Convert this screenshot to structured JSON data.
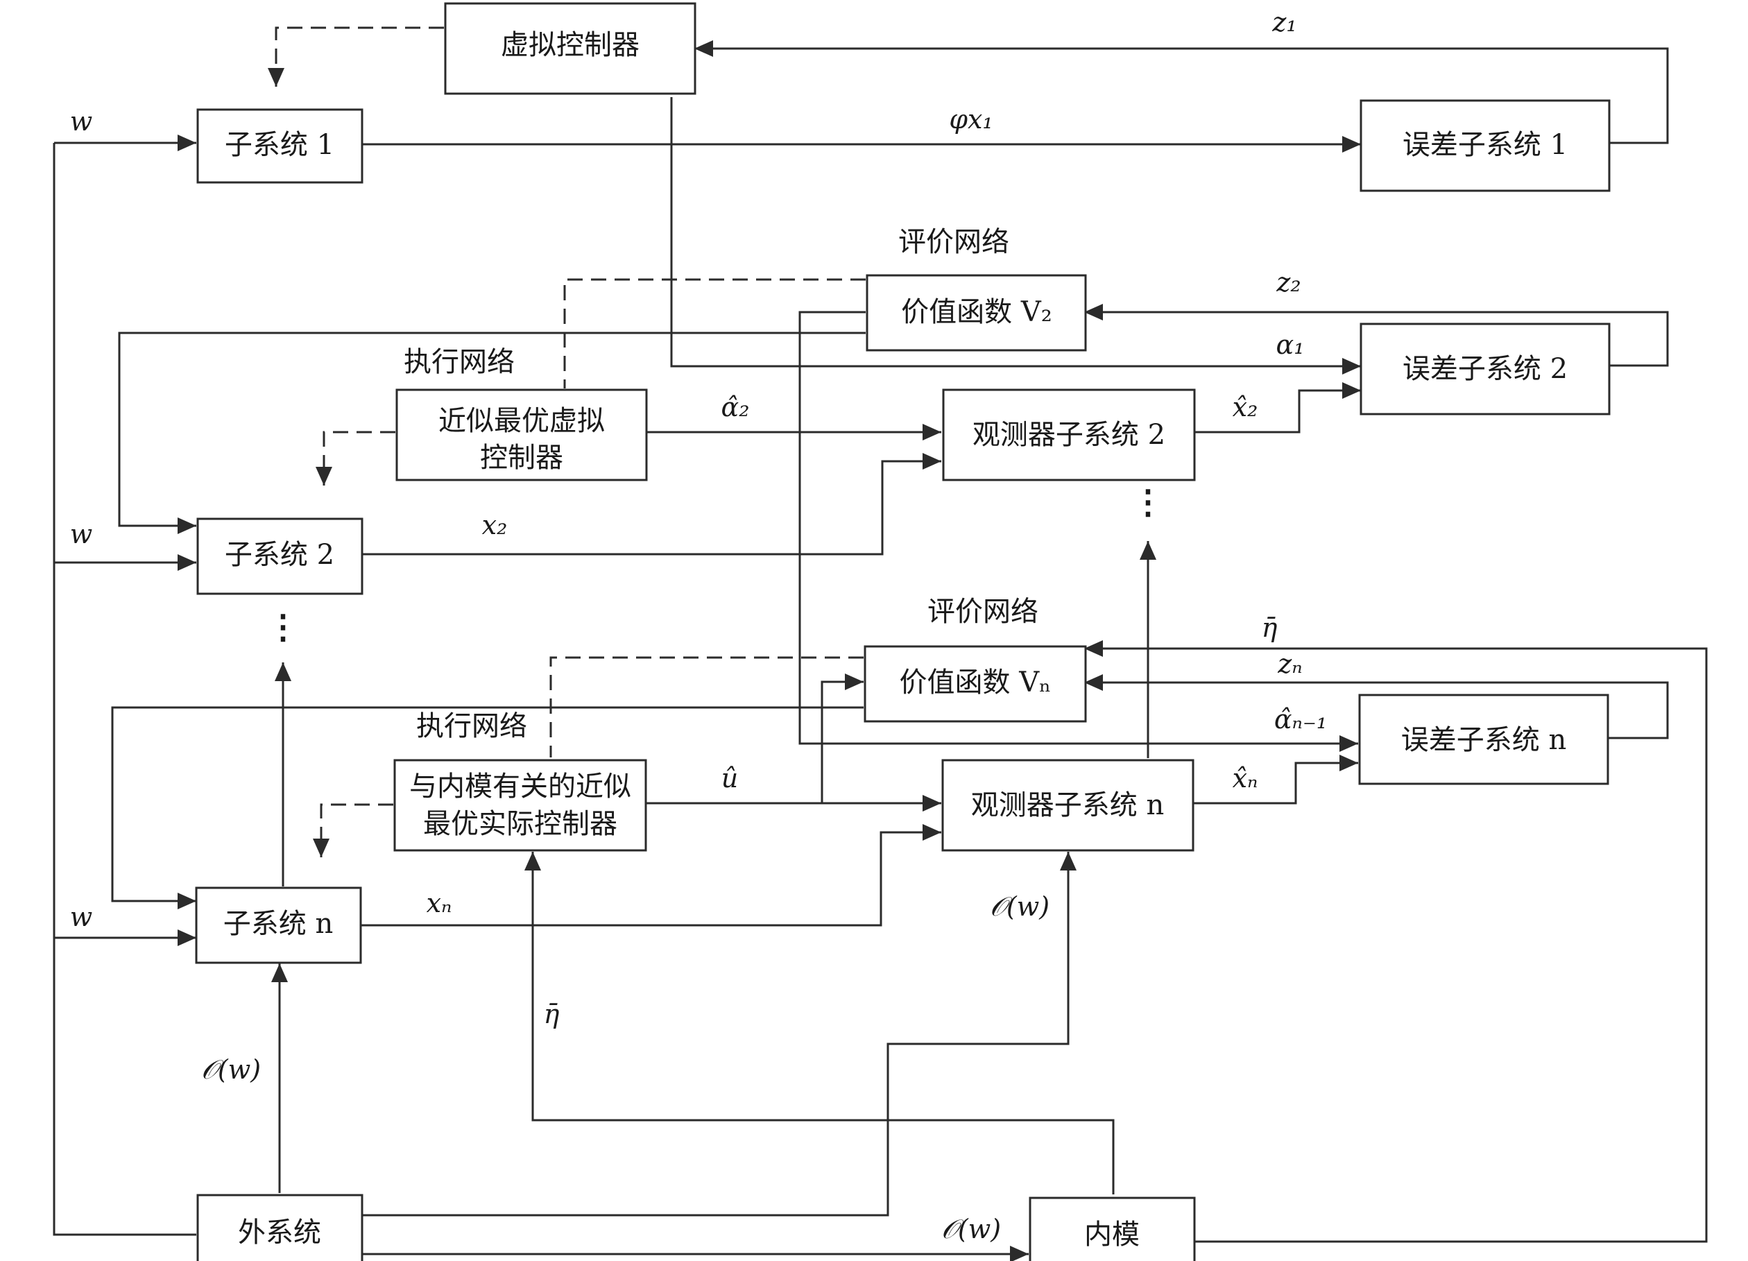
{
  "blocks": {
    "virtual_controller": "虚拟控制器",
    "subsystem_1": "子系统 1",
    "error_subsystem_1": "误差子系统 1",
    "value_function_2": "价值函数 V₂",
    "error_subsystem_2": "误差子系统 2",
    "approx_virtual_controller_line1": "近似最优虚拟",
    "approx_virtual_controller_line2": "控制器",
    "observer_subsystem_2": "观测器子系统 2",
    "subsystem_2": "子系统 2",
    "value_function_n": "价值函数 Vₙ",
    "error_subsystem_n": "误差子系统 n",
    "actual_controller_line1": "与内模有关的近似",
    "actual_controller_line2": "最优实际控制器",
    "observer_subsystem_n": "观测器子系统 n",
    "subsystem_n": "子系统 n",
    "exosystem": "外系统",
    "internal_model": "内模"
  },
  "group_labels": {
    "critic_network_2": "评价网络",
    "actor_network_2": "执行网络",
    "critic_network_n": "评价网络",
    "actor_network_n": "执行网络"
  },
  "signals": {
    "z1": "z₁",
    "phi_x1": "φx₁",
    "z2": "z₂",
    "alpha1": "α₁",
    "alpha2_hat": "α̂₂",
    "x2_hat": "x̂₂",
    "x2": "x₂",
    "eta_bar_top": "η̄",
    "zn": "zₙ",
    "alpha_n1_hat": "α̂ₙ₋₁",
    "u_hat": "û",
    "xn_hat": "x̂ₙ",
    "xn": "xₙ",
    "O_w_observer": "𝒪(w)",
    "eta_bar_mid": "η̄",
    "O_w_subsystem": "𝒪(w)",
    "O_w_internal": "𝒪(w)",
    "w_1": "w",
    "w_2": "w",
    "w_n": "w",
    "dots_left": "⋮",
    "dots_right": "⋮"
  }
}
